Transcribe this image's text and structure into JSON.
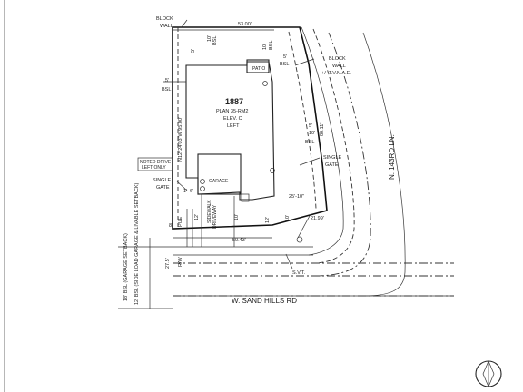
{
  "lot": {
    "number": "1887",
    "plan": "PLAN 35-RM2",
    "elevation": "ELEV. C",
    "side": "LEFT"
  },
  "labels": {
    "block_wall_top_1": "BLOCK",
    "block_wall_top_2": "WALL",
    "block_wall_right_1": "BLOCK",
    "block_wall_right_2": "WALL",
    "block_wall_right_3": "+/- T.V.N.A.E.",
    "patio": "PATIO",
    "garage": "GARAGE",
    "noted_drive_1": "NOTED DRIVE",
    "noted_drive_2": "LEFT ONLY",
    "single_gate_left_1": "SINGLE",
    "single_gate_left_2": "GATE",
    "single_gate_right_1": "SINGLE",
    "single_gate_right_2": "GATE",
    "svt": "S.V.T.",
    "street_south": "W. SAND HILLS RD",
    "street_east": "N. 143RD LN.",
    "rw": "R/W",
    "pue": "PUE",
    "bsl_side": "18' BSL (GARAGE SETBACK)",
    "bsl_front": "12' BSL (SIDE LOAD GARAGE & LIVABLE SETBACK)",
    "dist_sidewalk": "SIDEWALK",
    "dist_driveway": "DRIVEWAY"
  },
  "dimensions": {
    "top_width": "53.00'",
    "bottom_width": "50.43'",
    "west_bearing": "N12°24'03\"W 95.00'",
    "east_length": "80.11'",
    "curve": "21.99'",
    "front_setback": "25'-10\"",
    "top_bsl": "10'",
    "top_bsl_label": "BSL",
    "top_bsl_b": "10'",
    "top_bsl_b_label": "BSL",
    "rear_gap": "5'",
    "west_bsl": "5'",
    "west_bsl_label": "BSL",
    "east_bsl_1": "5'",
    "east_bsl_1_label": "BSL",
    "east_bsl_2": "10'",
    "east_bsl_2_label": "BSL",
    "east_bsl_3": "5'",
    "left_side_1": "1'",
    "left_side_2": "6'",
    "pue_depth": "8'",
    "rw_depth": "27.5'",
    "side_gap_1": "12'",
    "side_gap_2": "10'",
    "side_gap_3": "12'",
    "side_gap_4": "10'"
  }
}
